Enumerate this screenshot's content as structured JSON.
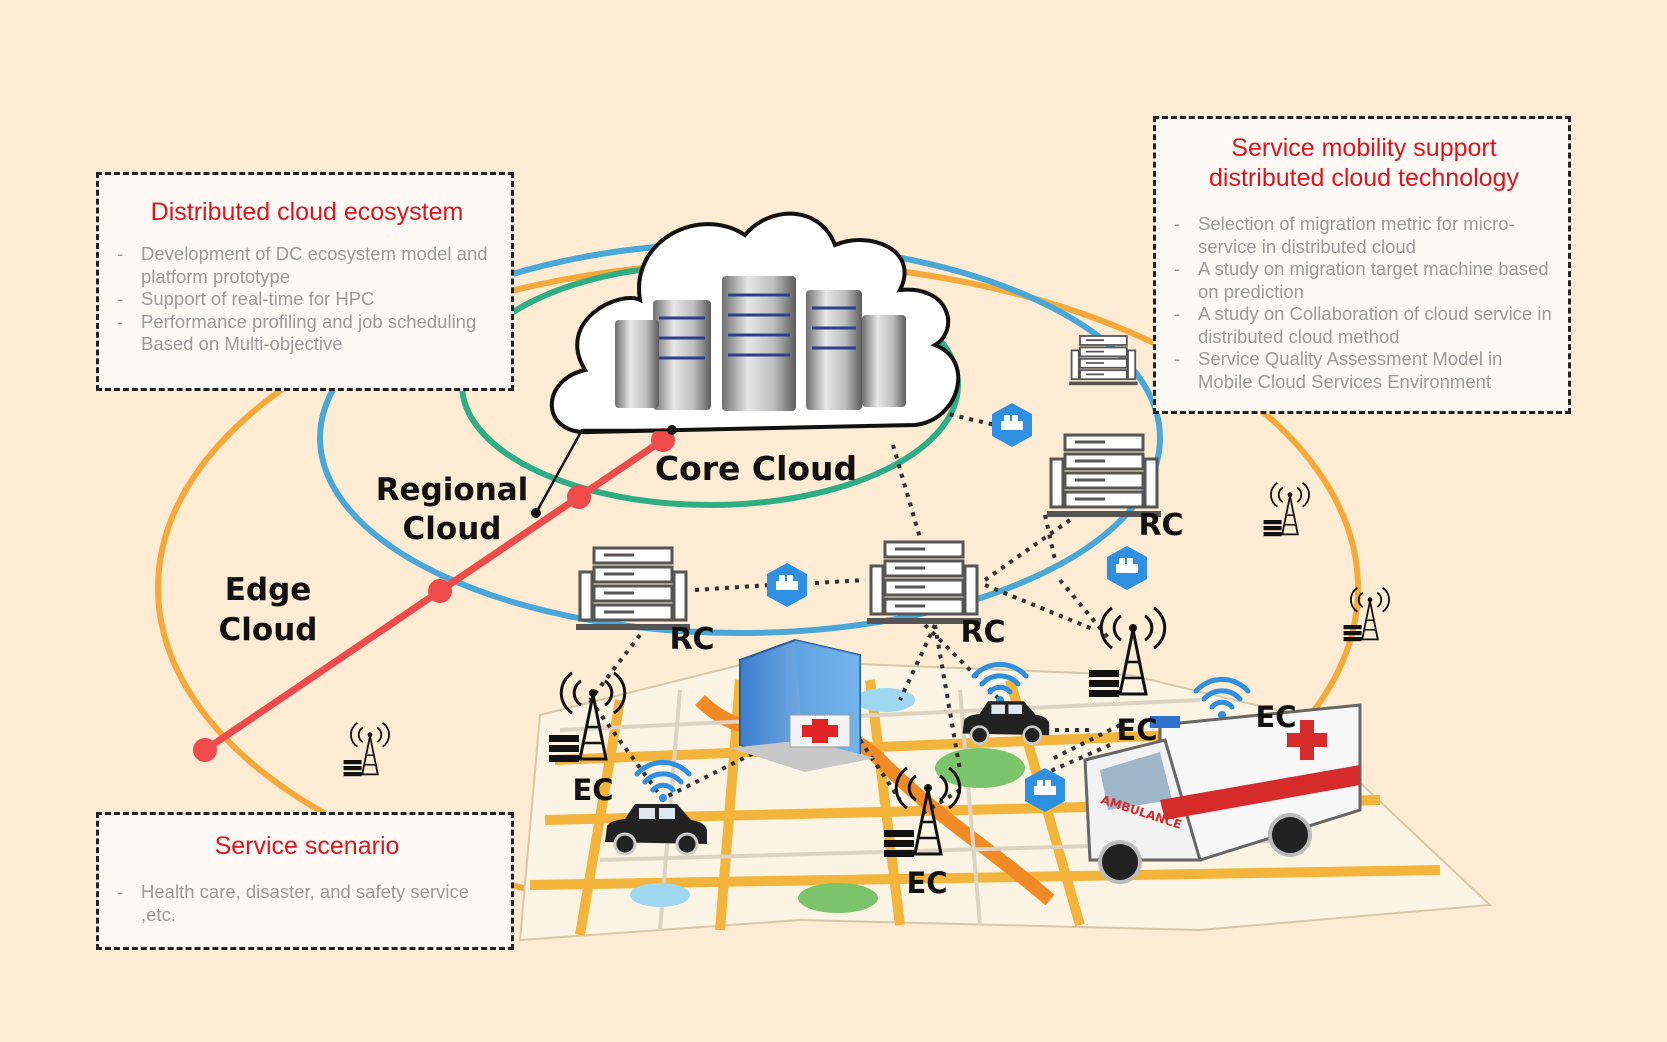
{
  "boxes": {
    "ecosystem": {
      "title": "Distributed cloud ecosystem",
      "items": [
        "Development of DC ecosystem model and  platform prototype",
        "Support of  real-time for HPC",
        "Performance profiling and job scheduling Based on Multi-objective"
      ]
    },
    "mobility": {
      "title_line1": "Service mobility support",
      "title_line2": "distributed cloud technology",
      "items": [
        "Selection of migration metric for micro-service in distributed cloud",
        "A study on migration target machine based on prediction",
        "A study on Collaboration of cloud service in distributed cloud  method",
        "Service Quality Assessment Model in Mobile Cloud Services Environment"
      ]
    },
    "scenario": {
      "title": "Service scenario",
      "items": [
        "Health care, disaster, and safety service ,etc."
      ]
    }
  },
  "labels": {
    "core": "Core Cloud",
    "regional_1": "Regional",
    "regional_2": "Cloud",
    "edge_1": "Edge",
    "edge_2": "Cloud",
    "rc": "RC",
    "ec": "EC",
    "ambulance": "AMBULANCE"
  },
  "colors": {
    "background": "#fdebd3",
    "edge_ring": "#f5a93a",
    "regional_ring": "#4aa8d8",
    "core_ring": "#2fae86",
    "axis_line": "#ef4b4b",
    "title_red": "#e0141e",
    "container_blue": "#2f8fe0"
  }
}
